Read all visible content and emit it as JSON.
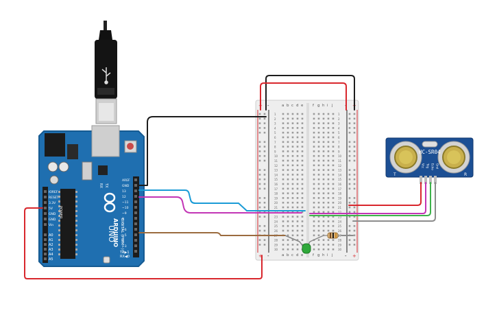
{
  "arduino": {
    "brand": "ARDUINO",
    "model": "UNO",
    "header_digital": "DIGITAL (PWM~)",
    "header_power": "POWER",
    "header_analog": "ANALOG IN",
    "tx_label": "TX",
    "rx_label": "RX",
    "tx_pin_label": "TX▶1",
    "rx_pin_label": "RX◀0",
    "top_pins": [
      "AREF",
      "GND",
      "13",
      "12",
      "~11",
      "~10",
      "~9",
      "8",
      "7",
      "~6",
      "~5",
      "4",
      "~3",
      "2"
    ],
    "power_pins": [
      "IOREF",
      "RESET",
      "3.3V",
      "5V",
      "GND",
      "GND",
      "Vin"
    ],
    "analog_pins": [
      "A0",
      "A1",
      "A2",
      "A3",
      "A4",
      "A5"
    ]
  },
  "breadboard": {
    "columns_left": [
      "a",
      "b",
      "c",
      "d",
      "e"
    ],
    "columns_right": [
      "f",
      "g",
      "h",
      "i",
      "j"
    ],
    "row_numbers": [
      "1",
      "2",
      "3",
      "4",
      "5",
      "6",
      "7",
      "8",
      "9",
      "10",
      "11",
      "12",
      "13",
      "14",
      "15",
      "16",
      "17",
      "18",
      "19",
      "20",
      "21",
      "22",
      "23",
      "24",
      "25",
      "26",
      "27",
      "28",
      "29",
      "30"
    ],
    "rail_plus": "+",
    "rail_minus": "-"
  },
  "sensor": {
    "model": "HC-SR04",
    "pins": [
      "Vcc",
      "Trig",
      "Echo",
      "Gnd"
    ],
    "side_left": "T",
    "side_right": "R"
  },
  "wire_colors": {
    "black": "#1c1c1c",
    "red": "#d8262c",
    "blue": "#1a9bd6",
    "magenta": "#c234b5",
    "green": "#3cb24a",
    "gray": "#8c8c8c",
    "brown": "#9b6b3e"
  },
  "colors": {
    "board_blue": "#1f6fb0",
    "board_edge": "#155a92",
    "breadboard": "#eeeeee",
    "led_green": "#2fa83a"
  }
}
